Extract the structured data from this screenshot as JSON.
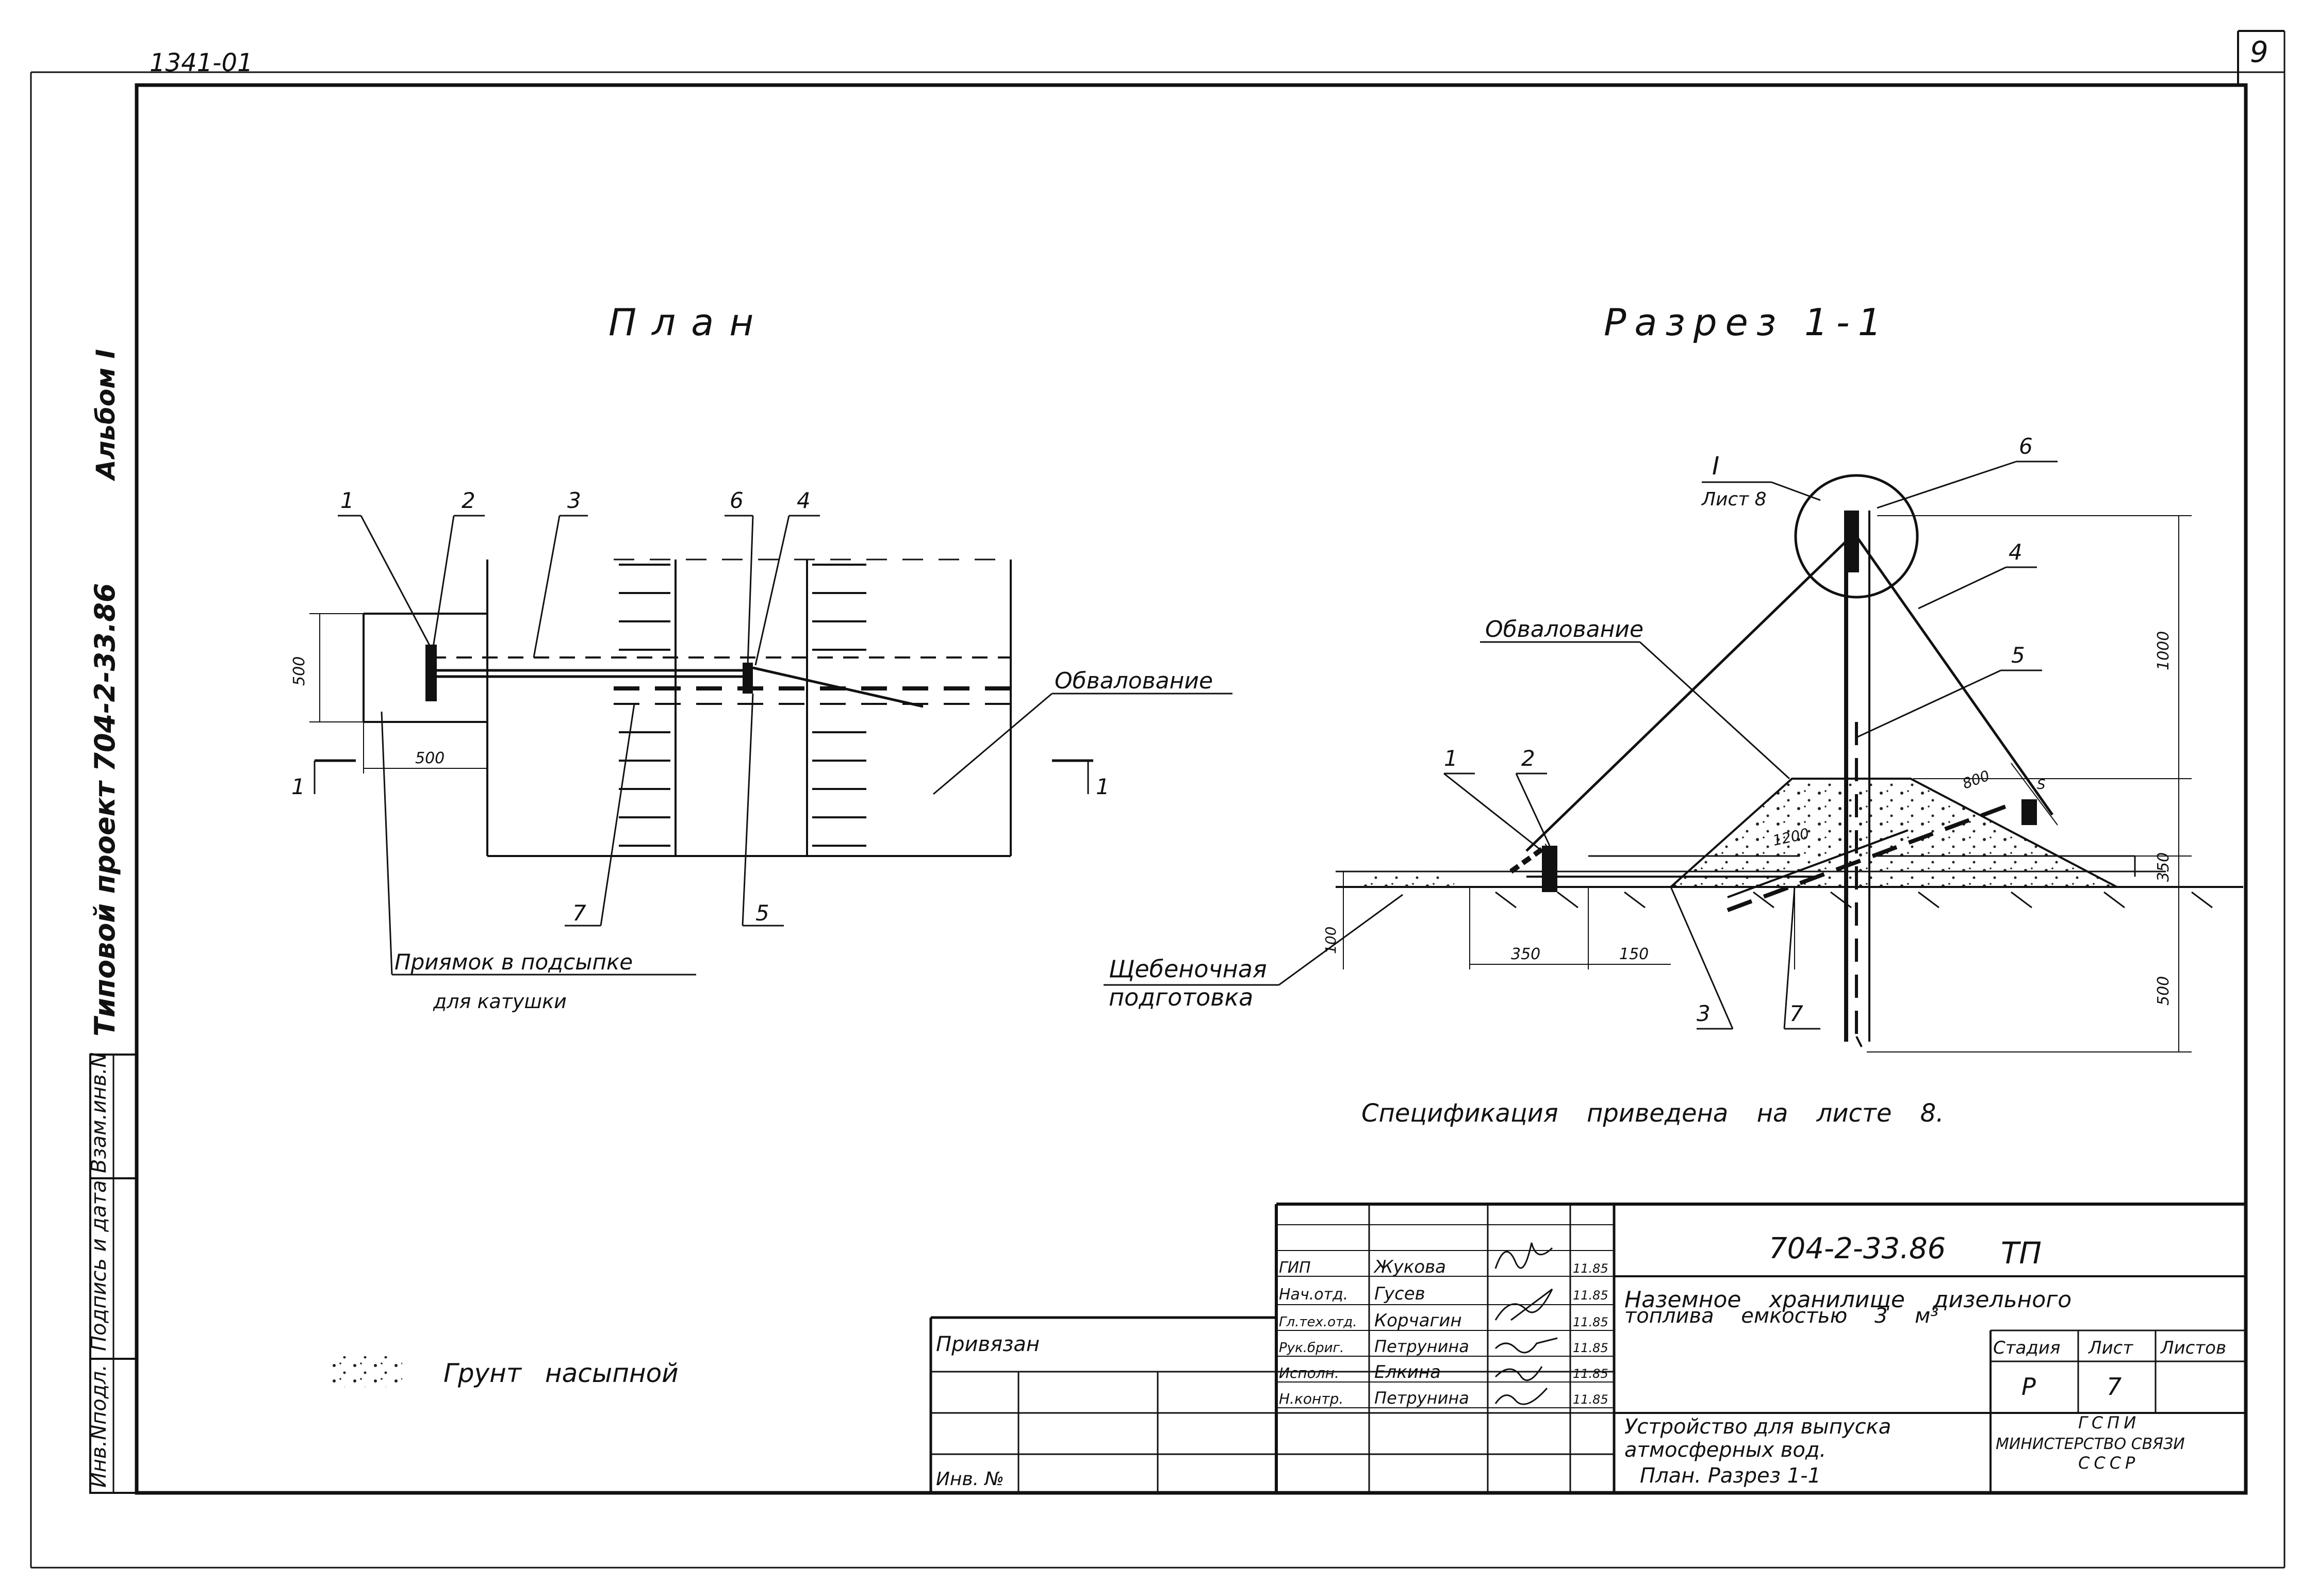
{
  "sheet": {
    "doc_code": "1341-01",
    "page_number": "9",
    "album": "Альбом I",
    "project_vertical": "Типовой проект 704-2-33.86",
    "margin_labels": [
      "Инв.Nподл.",
      "Подпись и дата",
      "Взам.инв.N"
    ]
  },
  "plan": {
    "title": "План",
    "labels": [
      "1",
      "2",
      "3",
      "6",
      "4",
      "7",
      "5"
    ],
    "section_mark": "1",
    "dim_500_vertical": "500",
    "dim_500_horizontal": "500",
    "berm_label": "Обвалование",
    "pit_note_line1": "Приямок в подсыпке",
    "pit_note_line2": "для катушки"
  },
  "section": {
    "title": "Разрез 1-1",
    "detail_mark": "I",
    "detail_sheet": "Лист 8",
    "labels": [
      "6",
      "4",
      "5",
      "1",
      "2",
      "3",
      "7"
    ],
    "berm_label": "Обвалование",
    "gravel_line1": "Щебеночная",
    "gravel_line2": "подготовка",
    "dim_1000": "1000",
    "dim_350": "350",
    "dim_500": "500",
    "dim_100": "100",
    "dim_350_bottom": "350",
    "dim_150": "150",
    "dim_1200": "1200",
    "dim_800": "800"
  },
  "spec_note": "Спецификация приведена на листе 8.",
  "legend": {
    "soil_label": "Грунт насыпной"
  },
  "title_block": {
    "code": "704-2-33.86",
    "type": "ТП",
    "object_line1": "Наземное хранилище дизельного",
    "object_line2": "топлива емкостью 3 м³",
    "sheet_title_line1": "Устройство для выпуска",
    "sheet_title_line2": "атмосферных вод.",
    "sheet_title_line3": "План. Разрез 1-1",
    "stage_header": "Стадия",
    "sheet_header": "Лист",
    "sheets_header": "Листов",
    "stage": "Р",
    "sheet": "7",
    "org_line1": "ГСПИ",
    "org_line2": "МИНИСТЕРСТВО СВЯЗИ",
    "org_line3": "СССР",
    "bound_label": "Привязан",
    "inv_label": "Инв. №",
    "sign_rows": [
      {
        "role": "ГИП",
        "name": "Жукова",
        "date": "11.85"
      },
      {
        "role": "Нач.отд.",
        "name": "Гусев",
        "date": "11.85"
      },
      {
        "role": "Гл.тех.отд.",
        "name": "Корчагин",
        "date": "11.85"
      },
      {
        "role": "Рук.бриг.",
        "name": "Петрунина",
        "date": "11.85"
      },
      {
        "role": "Исполн.",
        "name": "Елкина",
        "date": "11.85"
      },
      {
        "role": "Н.контр.",
        "name": "Петрунина",
        "date": "11.85"
      }
    ]
  }
}
